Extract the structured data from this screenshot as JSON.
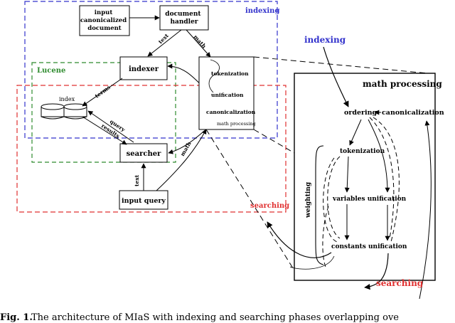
{
  "colors": {
    "indexing": "#3333cc",
    "lucene": "#2e8b2e",
    "searching": "#e03030",
    "stroke": "#000000"
  },
  "regions": {
    "indexing": "indexing",
    "lucene": "Lucene",
    "searching": "searching"
  },
  "nodes": {
    "input_doc": [
      "input",
      "canonicalized",
      "document"
    ],
    "doc_handler": [
      "document",
      "handler"
    ],
    "indexer": "indexer",
    "index": "index",
    "searcher": "searcher",
    "input_query": "input query",
    "math_box": {
      "tokenization": "tokenization",
      "unification": "unification",
      "canonicalization": "canonicalization",
      "caption": "math processing"
    }
  },
  "edge_labels": {
    "text_top": "text",
    "math_top": "math",
    "terms": "terms",
    "query": "query",
    "results": "results",
    "text_bottom": "text",
    "math_bottom": "math"
  },
  "detail": {
    "title": "math processing",
    "indexing_label": "indexing",
    "searching_label": "searching",
    "ordering": "ordering",
    "canonicalization": "canonicalization",
    "tokenization": "tokenization",
    "variables_unification": "variables unification",
    "constants_unification": "constants unification",
    "weighting": "weighting"
  },
  "caption": {
    "prefix": "Fig. 1.",
    "text": "The architecture of MIaS with indexing and searching phases overlapping ove"
  }
}
